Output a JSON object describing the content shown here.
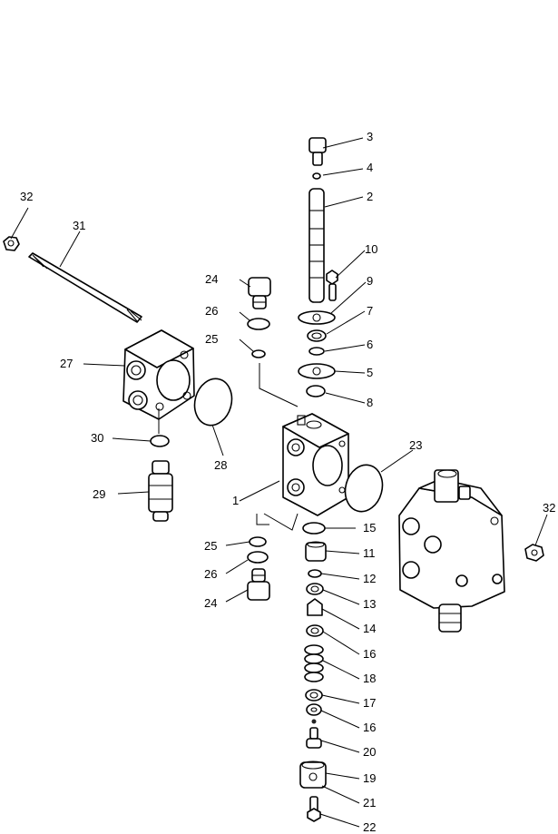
{
  "callouts": {
    "c1": "1",
    "c2": "2",
    "c3": "3",
    "c4": "4",
    "c5": "5",
    "c6": "6",
    "c7": "7",
    "c8": "8",
    "c9": "9",
    "c10": "10",
    "c11": "11",
    "c12": "12",
    "c13": "13",
    "c14": "14",
    "c15": "15",
    "c16a": "16",
    "c16b": "16",
    "c17": "17",
    "c18": "18",
    "c19": "19",
    "c20": "20",
    "c21": "21",
    "c22": "22",
    "c23": "23",
    "c24a": "24",
    "c24b": "24",
    "c25a": "25",
    "c25b": "25",
    "c26a": "26",
    "c26b": "26",
    "c27": "27",
    "c28": "28",
    "c29": "29",
    "c30": "30",
    "c31": "31",
    "c32a": "32",
    "c32b": "32"
  }
}
